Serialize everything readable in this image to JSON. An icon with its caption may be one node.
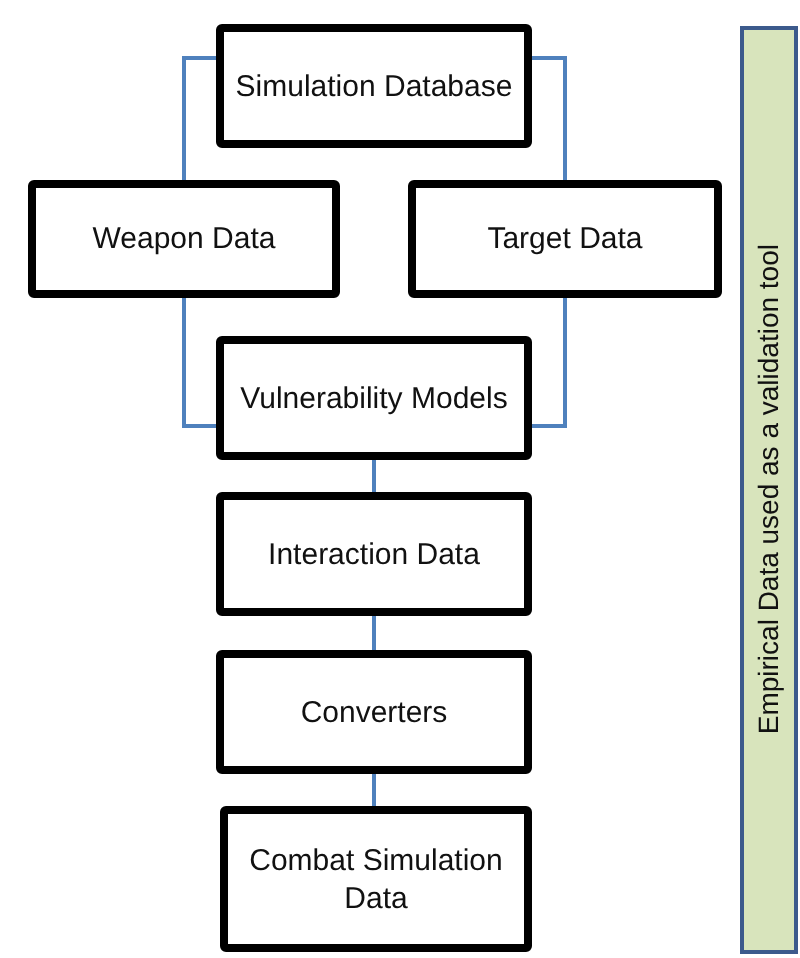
{
  "diagram": {
    "nodes": [
      {
        "text": [
          "Simulation Database"
        ]
      },
      {
        "text": [
          "Weapon Data"
        ]
      },
      {
        "text": [
          "Target Data"
        ]
      },
      {
        "text": [
          "Vulnerability Models"
        ]
      },
      {
        "text": [
          "Interaction Data"
        ]
      },
      {
        "text": [
          "Converters"
        ]
      },
      {
        "text": [
          "Combat Simulation Data"
        ]
      },
      {
        "text": [
          "Empirical Data used as a validation tool"
        ]
      }
    ],
    "edges": [
      {
        "from": 0,
        "to": 1,
        "arrow": "none"
      },
      {
        "from": 0,
        "to": 2,
        "arrow": "none"
      },
      {
        "from": 1,
        "to": 3,
        "arrow": "none"
      },
      {
        "from": 2,
        "to": 3,
        "arrow": "none"
      },
      {
        "from": 3,
        "to": 4,
        "arrow": "none"
      },
      {
        "from": 4,
        "to": 5,
        "arrow": "none"
      },
      {
        "from": 5,
        "to": 6,
        "arrow": "none"
      }
    ]
  }
}
